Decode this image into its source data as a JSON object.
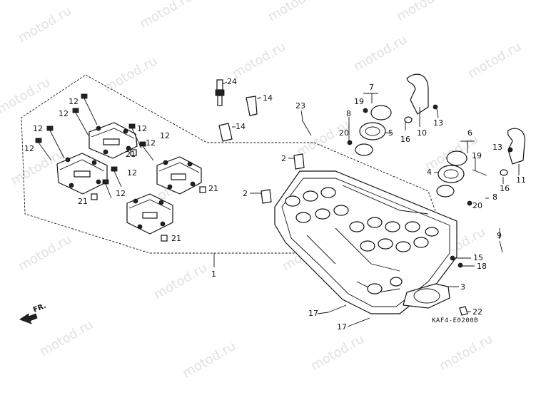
{
  "diagram": {
    "code": "KAF4-E0200B",
    "front_label": "FR.",
    "watermark": "motod.ru",
    "callouts": [
      {
        "id": "c24",
        "text": "24"
      },
      {
        "id": "c14a",
        "text": "14"
      },
      {
        "id": "c14b",
        "text": "14"
      },
      {
        "id": "c7",
        "text": "7"
      },
      {
        "id": "c19a",
        "text": "19"
      },
      {
        "id": "c8a",
        "text": "8"
      },
      {
        "id": "c20a",
        "text": "20"
      },
      {
        "id": "c5",
        "text": "5"
      },
      {
        "id": "c16a",
        "text": "16"
      },
      {
        "id": "c10",
        "text": "10"
      },
      {
        "id": "c13a",
        "text": "13"
      },
      {
        "id": "c23",
        "text": "23"
      },
      {
        "id": "c6",
        "text": "6"
      },
      {
        "id": "c19b",
        "text": "19"
      },
      {
        "id": "c13b",
        "text": "13"
      },
      {
        "id": "c4",
        "text": "4"
      },
      {
        "id": "c16b",
        "text": "16"
      },
      {
        "id": "c11",
        "text": "11"
      },
      {
        "id": "c8b",
        "text": "8"
      },
      {
        "id": "c20b",
        "text": "20"
      },
      {
        "id": "c2a",
        "text": "2"
      },
      {
        "id": "c2b",
        "text": "2"
      },
      {
        "id": "c12a",
        "text": "12"
      },
      {
        "id": "c12b",
        "text": "12"
      },
      {
        "id": "c12c",
        "text": "12"
      },
      {
        "id": "c12d",
        "text": "12"
      },
      {
        "id": "c12e",
        "text": "12"
      },
      {
        "id": "c12f",
        "text": "12"
      },
      {
        "id": "c12g",
        "text": "12"
      },
      {
        "id": "c12h",
        "text": "12"
      },
      {
        "id": "c12i",
        "text": "12"
      },
      {
        "id": "c21a",
        "text": "21"
      },
      {
        "id": "c21b",
        "text": "21"
      },
      {
        "id": "c21c",
        "text": "21"
      },
      {
        "id": "c21d",
        "text": "21"
      },
      {
        "id": "c1",
        "text": "1"
      },
      {
        "id": "c9",
        "text": "9"
      },
      {
        "id": "c15",
        "text": "15"
      },
      {
        "id": "c18",
        "text": "18"
      },
      {
        "id": "c3",
        "text": "3"
      },
      {
        "id": "c22",
        "text": "22"
      },
      {
        "id": "c17a",
        "text": "17"
      },
      {
        "id": "c17b",
        "text": "17"
      }
    ]
  }
}
